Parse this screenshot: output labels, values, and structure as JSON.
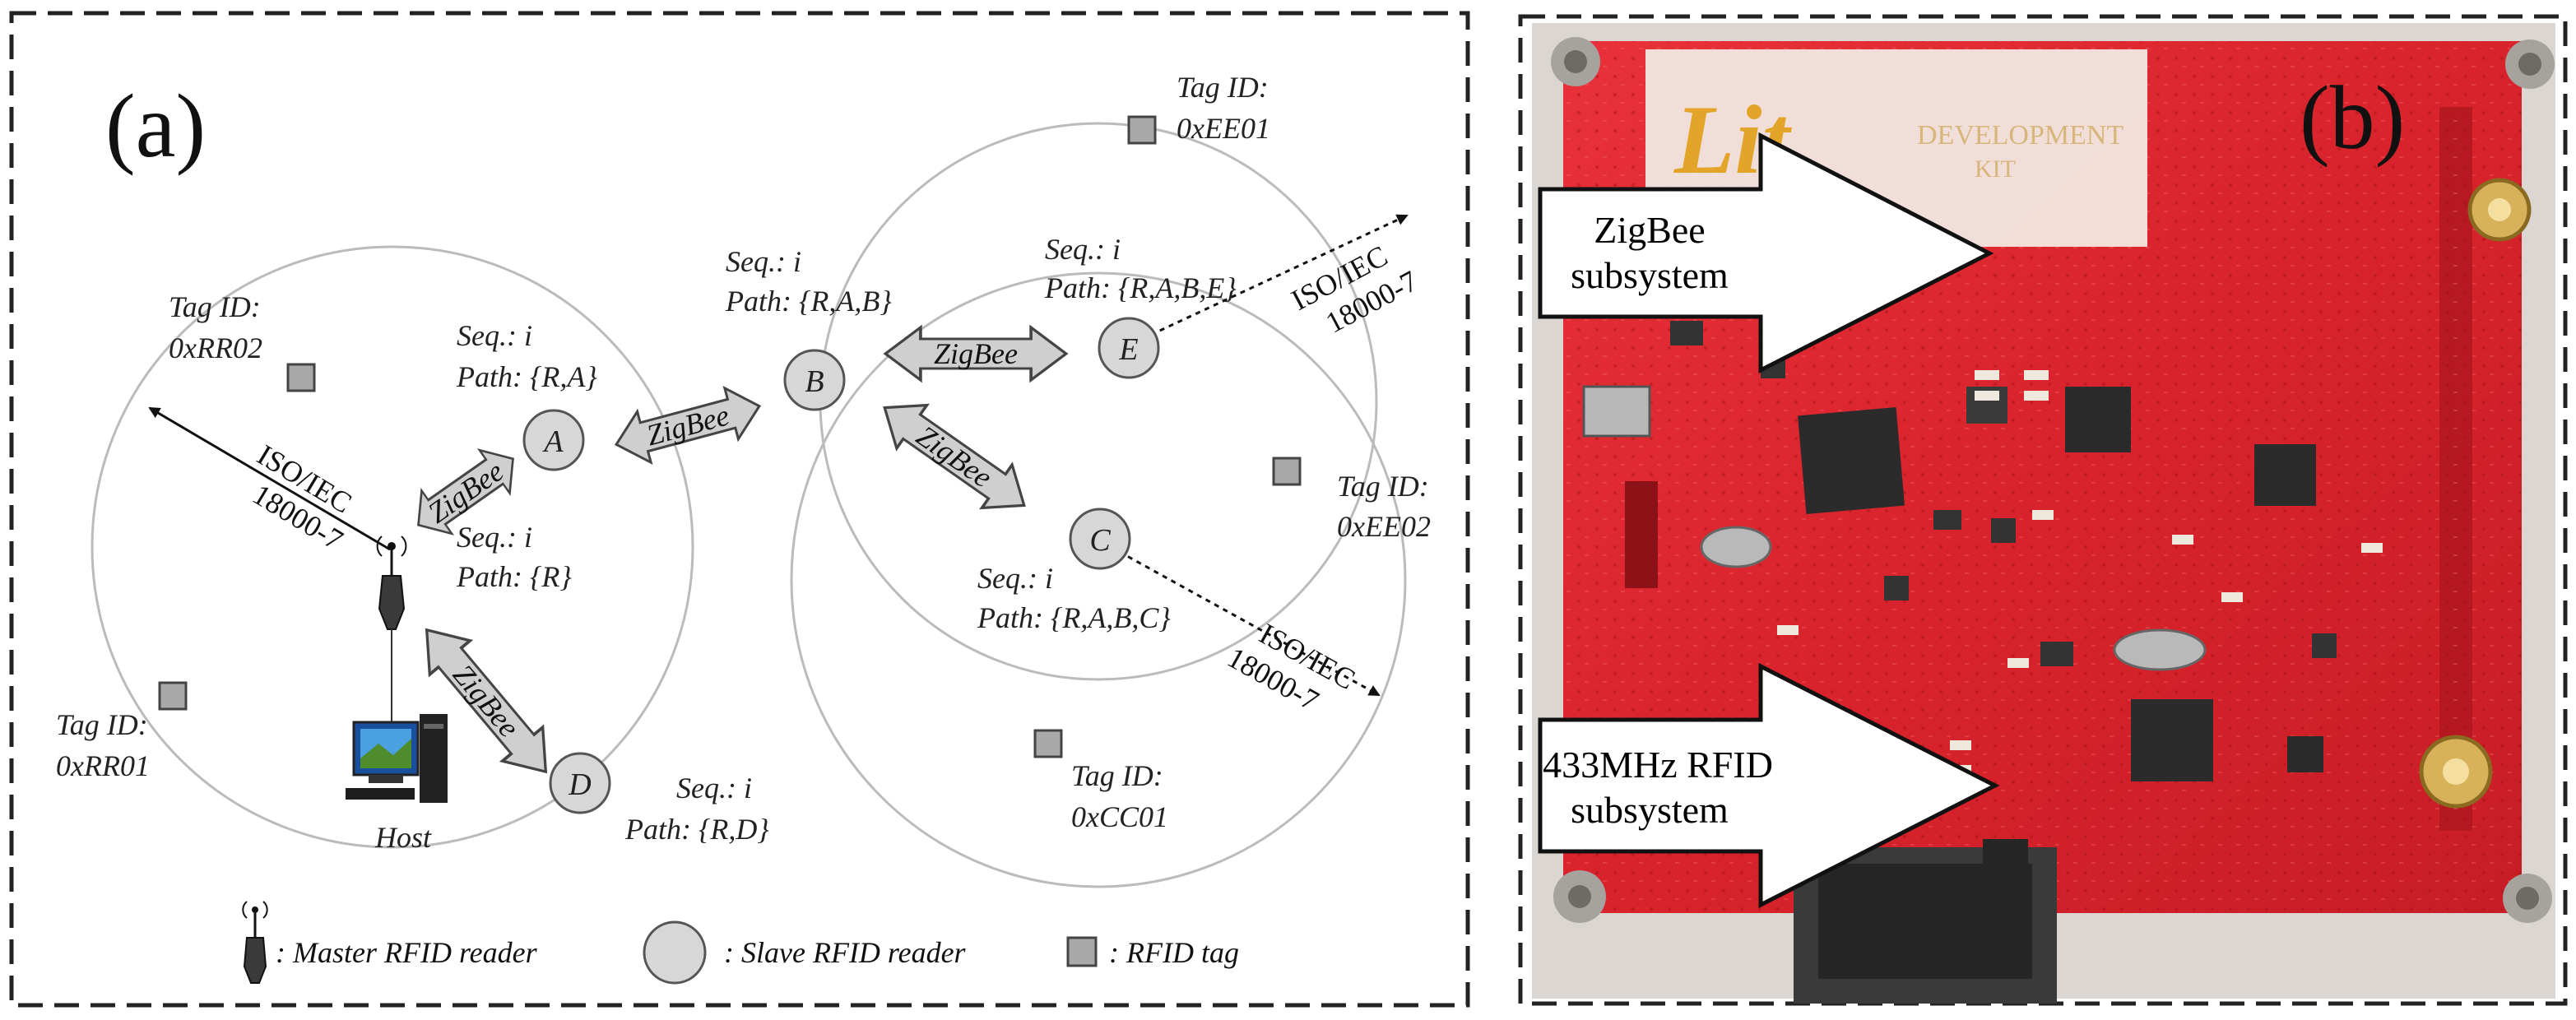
{
  "panel_a": {
    "label": "(a)",
    "nodes": {
      "A": "A",
      "B": "B",
      "C": "C",
      "D": "D",
      "E": "E"
    },
    "seq_labels": {
      "A": {
        "seq": "Seq.: i",
        "path": "Path: {R,A}"
      },
      "B": {
        "seq": "Seq.: i",
        "path": "Path: {R,A,B}"
      },
      "E": {
        "seq": "Seq.: i",
        "path": "Path: {R,A,B,E}"
      },
      "R": {
        "seq": "Seq.: i",
        "path": "Path: {R}"
      },
      "C": {
        "seq": "Seq.: i",
        "path": "Path: {R,A,B,C}"
      },
      "D": {
        "seq": "Seq.: i",
        "path": "Path: {R,D}"
      }
    },
    "tags": {
      "EE01": {
        "line1": "Tag ID:",
        "line2": "0xEE01"
      },
      "RR02": {
        "line1": "Tag ID:",
        "line2": "0xRR02"
      },
      "EE02": {
        "line1": "Tag ID:",
        "line2": "0xEE02"
      },
      "RR01": {
        "line1": "Tag ID:",
        "line2": "0xRR01"
      },
      "CC01": {
        "line1": "Tag ID:",
        "line2": "0xCC01"
      }
    },
    "zigbee_label": "ZigBee",
    "iso_line1": "ISO/IEC",
    "iso_line2": "18000-7",
    "host_label": "Host",
    "legend": {
      "master": ": Master RFID reader",
      "slave": ": Slave RFID reader",
      "tag": ": RFID tag"
    }
  },
  "panel_b": {
    "label": "(b)",
    "logo_text": "Lit",
    "board_text_1": "DEVELOPMENT",
    "board_text_2": "KIT",
    "arrow_zigbee_line1": "ZigBee",
    "arrow_zigbee_line2": "subsystem",
    "arrow_rfid_line1": "433MHz RFID",
    "arrow_rfid_line2": "subsystem"
  }
}
